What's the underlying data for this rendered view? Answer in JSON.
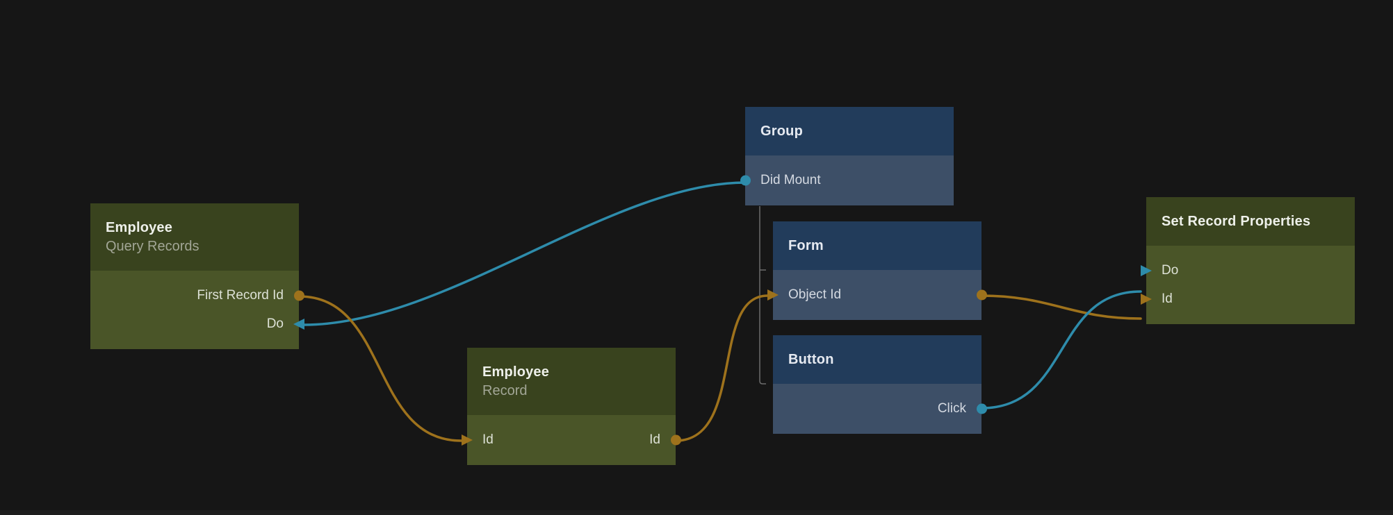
{
  "canvas": {
    "background": "#161616",
    "bottom_strip_color": "#1e1e1e"
  },
  "colors": {
    "signal_wire": "#2e8cab",
    "data_wire": "#9e721c",
    "green_node_header": "#39431e",
    "green_node_body": "#4a5528",
    "blue_node_header": "#223c5b",
    "blue_node_body": "#3d4f67",
    "hierarchy_line": "#6d6d6d"
  },
  "nodes": [
    {
      "title": "Employee",
      "subtitle": "Query Records",
      "ports": [
        {
          "label": "First Record Id",
          "kind": "data",
          "direction": "output",
          "side": "right"
        },
        {
          "label": "Do",
          "kind": "signal",
          "direction": "input",
          "side": "right"
        }
      ]
    },
    {
      "title": "Employee",
      "subtitle": "Record",
      "ports": [
        {
          "label": "Id",
          "kind": "data",
          "direction": "input",
          "side": "left"
        },
        {
          "label": "Id",
          "kind": "data",
          "direction": "output",
          "side": "right"
        }
      ]
    },
    {
      "title": "Group",
      "ports": [
        {
          "label": "Did Mount",
          "kind": "signal",
          "direction": "output",
          "side": "left"
        }
      ]
    },
    {
      "title": "Form",
      "ports": [
        {
          "label": "Object Id",
          "kind": "data",
          "direction": "input-output",
          "side": "both"
        }
      ]
    },
    {
      "title": "Button",
      "ports": [
        {
          "label": "Click",
          "kind": "signal",
          "direction": "output",
          "side": "right"
        }
      ]
    },
    {
      "title": "Set Record Properties",
      "ports": [
        {
          "label": "Do",
          "kind": "signal",
          "direction": "input",
          "side": "left"
        },
        {
          "label": "Id",
          "kind": "data",
          "direction": "input",
          "side": "left"
        }
      ]
    }
  ],
  "connections": [
    {
      "from": "Group.Did Mount",
      "to": "Employee Query Records.Do",
      "type": "signal"
    },
    {
      "from": "Employee Query Records.First Record Id",
      "to": "Employee Record.Id",
      "type": "data"
    },
    {
      "from": "Employee Record.Id",
      "to": "Form.Object Id",
      "type": "data"
    },
    {
      "from": "Form.Object Id",
      "to": "Set Record Properties.Id",
      "type": "data"
    },
    {
      "from": "Button.Click",
      "to": "Set Record Properties.Do",
      "type": "signal"
    }
  ],
  "hierarchy": {
    "parent": "Group",
    "children": [
      "Form",
      "Button"
    ]
  }
}
